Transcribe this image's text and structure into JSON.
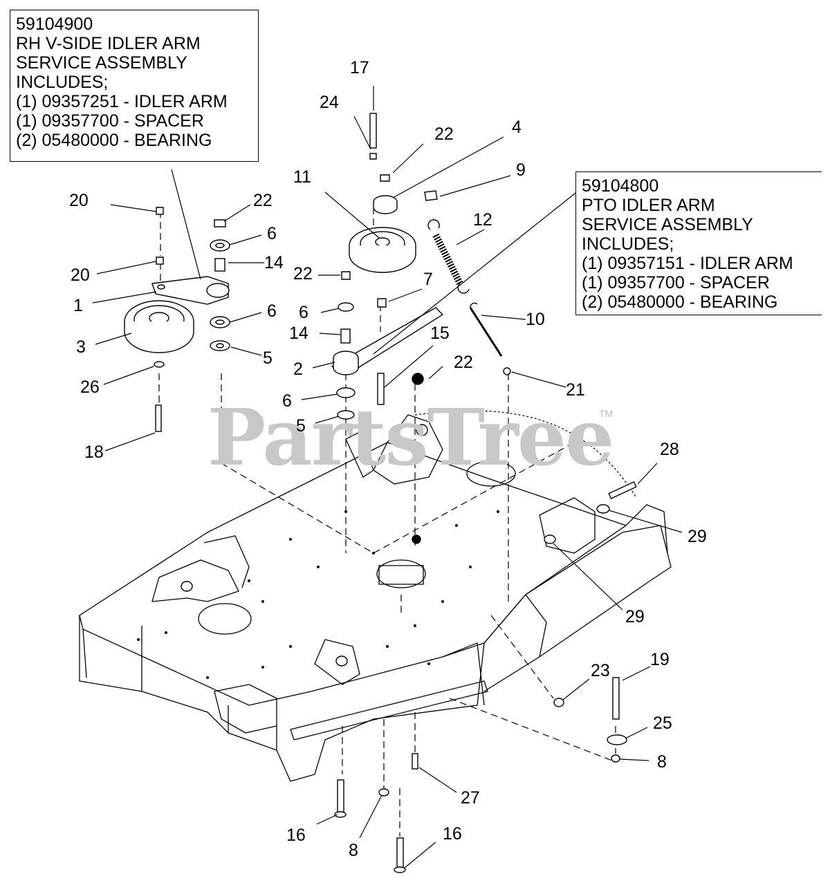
{
  "watermark": {
    "text": "PartsTree",
    "tm": "TM"
  },
  "service_boxes": [
    {
      "part_number": "59104900",
      "lines": [
        "RH V-SIDE IDLER ARM",
        "SERVICE ASSEMBLY",
        "INCLUDES;",
        "(1) 09357251 - IDLER ARM",
        "(1) 09357700 - SPACER",
        "(2) 05480000 - BEARING"
      ]
    },
    {
      "part_number": "59104800",
      "lines": [
        "PTO IDLER ARM",
        "SERVICE ASSEMBLY",
        "INCLUDES;",
        "(1) 09357151 - IDLER ARM",
        "(1) 09357700 - SPACER",
        "(2) 05480000 - BEARING"
      ]
    }
  ],
  "callouts": [
    "17",
    "24",
    "22",
    "4",
    "9",
    "11",
    "12",
    "7",
    "15",
    "22",
    "6",
    "14",
    "2",
    "6",
    "5",
    "10",
    "21",
    "20",
    "22",
    "6",
    "14",
    "20",
    "1",
    "6",
    "3",
    "5",
    "26",
    "18",
    "28",
    "29",
    "29",
    "23",
    "19",
    "25",
    "8",
    "27",
    "16",
    "8",
    "16",
    "22"
  ]
}
